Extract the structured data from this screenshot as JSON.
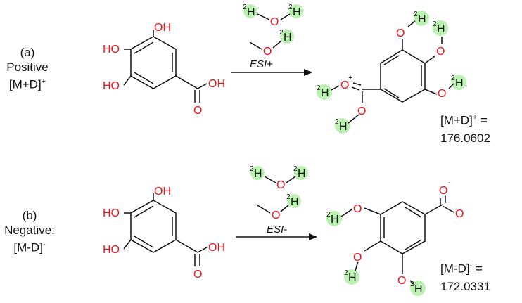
{
  "panels": {
    "a": {
      "letter": "(a)",
      "mode": "Positive",
      "ion_base": "[M+D]",
      "ion_sign": "+",
      "arrow_label": "ESI+",
      "result_ion_base": "[M+D]",
      "result_ion_sign": "+",
      "result_eq": " =",
      "mass": "176.0602"
    },
    "b": {
      "letter": "(b)",
      "mode": "Negative:",
      "ion_base": "[M-D]",
      "ion_sign": "-",
      "arrow_label": "ESI-",
      "result_ion_base": "[M-D]",
      "result_ion_sign": "-",
      "result_eq": " =",
      "mass": "172.0331"
    }
  },
  "atoms": {
    "oxygen": "O",
    "hydroxyl": "OH",
    "hydroxyl_left": "HO",
    "deuterium_mass": "2",
    "deuterium_symbol": "H",
    "plus": "+",
    "minus": "-"
  },
  "colors": {
    "oxygen": "#e8141c",
    "bond": "#111111",
    "deuterium_highlight": "#b4f0a8"
  }
}
